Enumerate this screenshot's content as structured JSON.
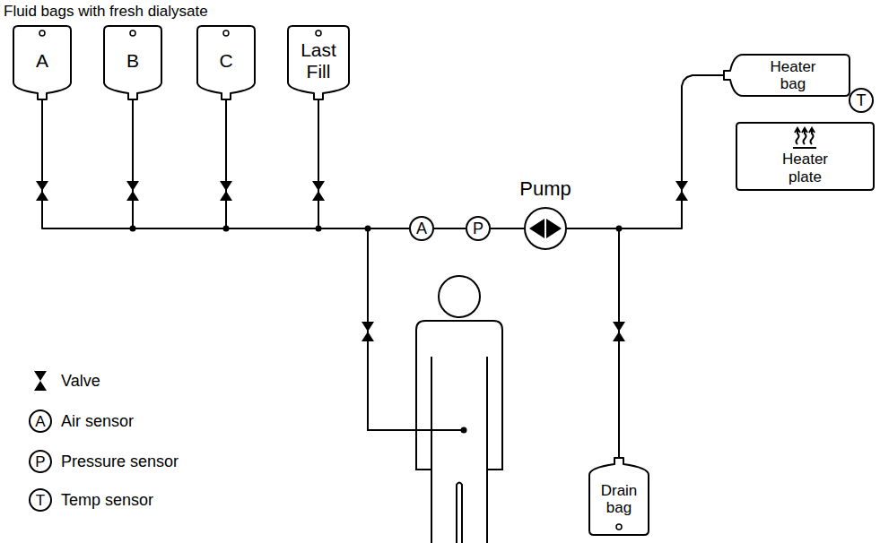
{
  "diagram": {
    "title": "Fluid bags with fresh dialysate",
    "nodes": [
      {
        "text": [
          "A"
        ]
      },
      {
        "text": [
          "B"
        ]
      },
      {
        "text": [
          "C"
        ]
      },
      {
        "text": [
          "Last Fill"
        ]
      },
      {
        "text": [
          "Heater bag"
        ]
      },
      {
        "text": [
          "T"
        ],
        "in": 4
      },
      {
        "text": [
          "Heater plate"
        ]
      },
      {
        "text": [
          "Pump"
        ]
      },
      {
        "text": [
          "A"
        ]
      },
      {
        "text": [
          "P"
        ]
      },
      {
        "text": [
          "Drain bag"
        ]
      }
    ],
    "edges": [
      {
        "from": 0,
        "to": 8,
        "arrow": "none"
      },
      {
        "from": 1,
        "to": 8,
        "arrow": "none"
      },
      {
        "from": 2,
        "to": 8,
        "arrow": "none"
      },
      {
        "from": 3,
        "to": 8,
        "arrow": "none"
      },
      {
        "from": 8,
        "to": 9,
        "arrow": "none"
      },
      {
        "from": 9,
        "to": 7,
        "arrow": "none"
      },
      {
        "from": 7,
        "to": 4,
        "arrow": "none"
      },
      {
        "from": 7,
        "to": 10,
        "arrow": "none"
      }
    ],
    "labels": [
      "A",
      "P",
      "T"
    ],
    "legend": [
      {
        "text": "Valve"
      },
      {
        "text": "Air sensor"
      },
      {
        "text": "Pressure sensor"
      },
      {
        "text": "Temp sensor"
      }
    ]
  }
}
